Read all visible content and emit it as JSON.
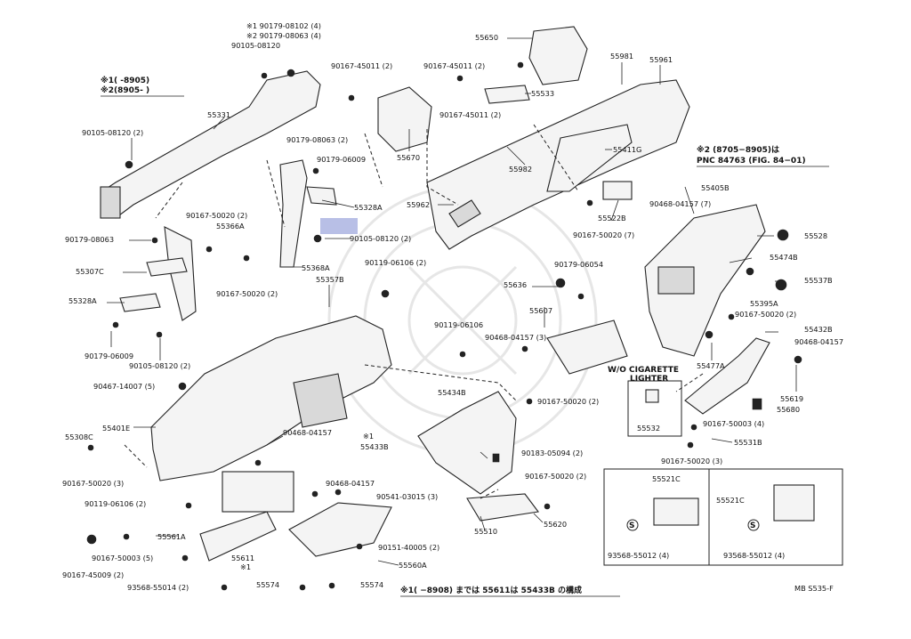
{
  "diagram": {
    "notes": {
      "note1_line1": "※1(        -8905)",
      "note1_line2": "※2(8905-        )",
      "note2_line1": "※2 (8705−8905)は",
      "note2_line2": "PNC 84763 (FIG. 84−01)",
      "bottom_note": "※1(        −8908) までは 55611は 55433B の構成",
      "cigarette_line1": "W/O CIGARETTE",
      "cigarette_line2": "LIGHTER",
      "code": "MB S535-F"
    },
    "labels": [
      "※1 90179-08102 (4)",
      "※2 90179-08063 (4)",
      "90105-08120",
      "55331",
      "90105-08120 (2)",
      "90179-08063 (2)",
      "90179-06009",
      "55328A",
      "90105-08120 (2)",
      "55368A",
      "90167-50020 (2)",
      "55366A",
      "90179-08063",
      "55307C",
      "90167-50020 (2)",
      "55328A",
      "90179-06009",
      "90105-08120 (2)",
      "90167-45011 (2)",
      "55670",
      "90167-45011 (2)",
      "55533",
      "90167-45011 (2)",
      "55650",
      "55981",
      "55961",
      "55982",
      "55411G",
      "55962",
      "55522B",
      "90167-50020 (7)",
      "90119-06106 (2)",
      "55357B",
      "55636",
      "90179-06054",
      "55607",
      "90468-04157 (3)",
      "90119-06106",
      "90467-14007 (5)",
      "55434B",
      "90167-50020 (2)",
      "55401E",
      "55308C",
      "90468-04157",
      "※1",
      "55433B",
      "90183-05094 (2)",
      "90167-50020 (3)",
      "90119-06106 (2)",
      "90468-04157",
      "90541-03015 (3)",
      "90167-50020 (2)",
      "55620",
      "55510",
      "55561A",
      "55611",
      "※1",
      "90167-50003 (5)",
      "90167-45009 (2)",
      "93568-55014 (2)",
      "55574",
      "55574",
      "90151-40005 (2)",
      "55560A",
      "55405B",
      "90468-04157 (7)",
      "55528",
      "55474B",
      "55537B",
      "55395A",
      "90167-50020 (2)",
      "55432B",
      "90468-04157",
      "55477A",
      "55619",
      "55680",
      "90167-50003 (4)",
      "55531B",
      "90167-50020 (3)",
      "55532",
      "55521C",
      "93568-55012 (4)",
      "55521C",
      "93568-55012 (4)"
    ]
  }
}
